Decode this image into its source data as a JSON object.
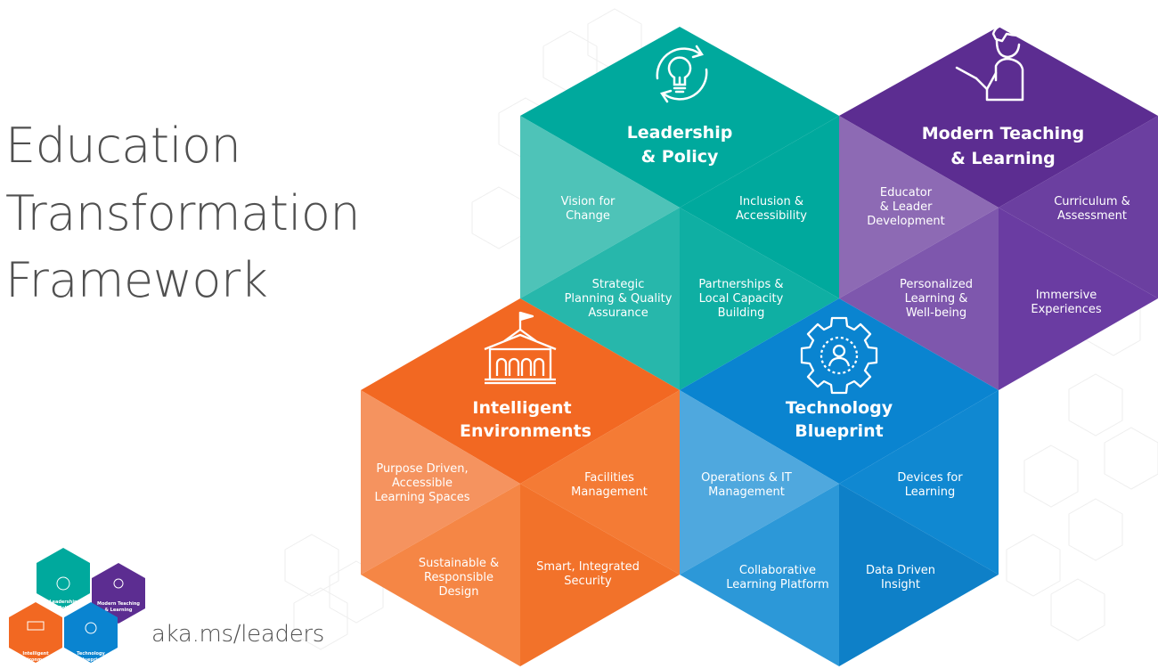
{
  "title": {
    "line1": "Education",
    "line2": "Transformation",
    "line3": "Framework"
  },
  "link": "aka.ms/leaders",
  "colors": {
    "leadership": "#00A99D",
    "teaching": "#5C2D91",
    "environments": "#F26822",
    "technology": "#0A84D0"
  },
  "pillars": {
    "leadership": {
      "title_line1": "Leadership",
      "title_line2": "& Policy",
      "icon": "lightbulb-cycle-icon",
      "items": [
        {
          "lines": [
            "Vision for",
            "Change"
          ]
        },
        {
          "lines": [
            "Inclusion &",
            "Accessibility"
          ]
        },
        {
          "lines": [
            "Strategic",
            "Planning & Quality",
            "Assurance"
          ]
        },
        {
          "lines": [
            "Partnerships &",
            "Local Capacity",
            "Building"
          ]
        }
      ]
    },
    "teaching": {
      "title_line1": "Modern Teaching",
      "title_line2": "& Learning",
      "icon": "teacher-pointer-icon",
      "items": [
        {
          "lines": [
            "Educator",
            "& Leader",
            "Development"
          ]
        },
        {
          "lines": [
            "Curriculum &",
            "Assessment"
          ]
        },
        {
          "lines": [
            "Personalized",
            "Learning &",
            "Well-being"
          ]
        },
        {
          "lines": [
            "Immersive",
            "Experiences"
          ]
        }
      ]
    },
    "environments": {
      "title_line1": "Intelligent",
      "title_line2": "Environments",
      "icon": "school-building-icon",
      "items": [
        {
          "lines": [
            "Purpose Driven,",
            "Accessible",
            "Learning Spaces"
          ]
        },
        {
          "lines": [
            "Facilities",
            "Management"
          ]
        },
        {
          "lines": [
            "Sustainable &",
            "Responsible",
            "Design"
          ]
        },
        {
          "lines": [
            "Smart, Integrated",
            "Security"
          ]
        }
      ]
    },
    "technology": {
      "title_line1": "Technology",
      "title_line2": "Blueprint",
      "icon": "gear-person-icon",
      "items": [
        {
          "lines": [
            "Operations & IT",
            "Management"
          ]
        },
        {
          "lines": [
            "Devices for",
            "Learning"
          ]
        },
        {
          "lines": [
            "Collaborative",
            "Learning Platform"
          ]
        },
        {
          "lines": [
            "Data Driven",
            "Insight"
          ]
        }
      ]
    }
  },
  "thumbnail": {
    "leadership": [
      "Leadership",
      "& Policy"
    ],
    "teaching": [
      "Modern Teaching",
      "& Learning"
    ],
    "environments": [
      "Intelligent",
      "Environments"
    ],
    "technology": [
      "Technology",
      "Blueprint"
    ]
  }
}
